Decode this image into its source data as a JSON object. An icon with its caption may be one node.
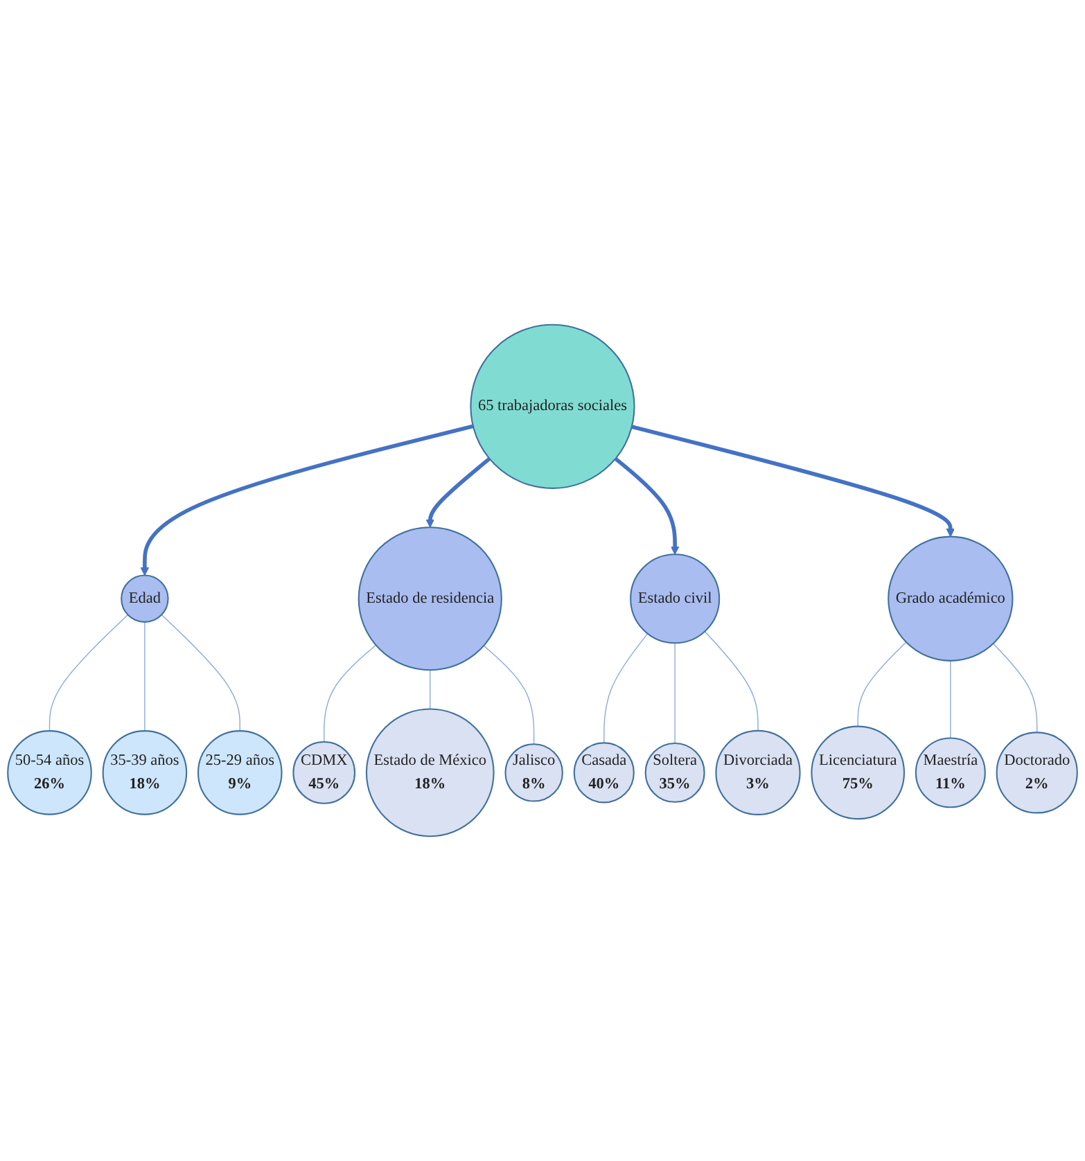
{
  "diagram": {
    "nodes": [
      {
        "text": [
          "65 trabajadoras sociales"
        ]
      },
      {
        "text": [
          "Edad"
        ]
      },
      {
        "text": [
          "50-54 años",
          "26%"
        ]
      },
      {
        "text": [
          "35-39 años",
          "18%"
        ]
      },
      {
        "text": [
          "25-29 años",
          "9%"
        ]
      },
      {
        "text": [
          "Estado de residencia"
        ]
      },
      {
        "text": [
          "CDMX",
          "45%"
        ]
      },
      {
        "text": [
          "Estado de México",
          "18%"
        ]
      },
      {
        "text": [
          "Jalisco",
          "8%"
        ]
      },
      {
        "text": [
          "Estado civil"
        ]
      },
      {
        "text": [
          "Casada",
          "40%"
        ]
      },
      {
        "text": [
          "Soltera",
          "35%"
        ]
      },
      {
        "text": [
          "Divorciada",
          "3%"
        ]
      },
      {
        "text": [
          "Grado académico"
        ]
      },
      {
        "text": [
          "Licenciatura",
          "75%"
        ]
      },
      {
        "text": [
          "Maestría",
          "11%"
        ]
      },
      {
        "text": [
          "Doctorado",
          "2%"
        ]
      }
    ],
    "edges": [
      {
        "from": 0,
        "to": 1,
        "arrow": "to",
        "style": "thick",
        "color": "#4472c4"
      },
      {
        "from": 1,
        "to": 2,
        "arrow": "none"
      },
      {
        "from": 1,
        "to": 3,
        "arrow": "none"
      },
      {
        "from": 1,
        "to": 4,
        "arrow": "none"
      },
      {
        "from": 0,
        "to": 5,
        "arrow": "to",
        "style": "thick",
        "color": "#4472c4"
      },
      {
        "from": 5,
        "to": 6,
        "arrow": "none"
      },
      {
        "from": 5,
        "to": 7,
        "arrow": "none"
      },
      {
        "from": 5,
        "to": 8,
        "arrow": "none"
      },
      {
        "from": 0,
        "to": 9,
        "arrow": "to",
        "style": "thick",
        "color": "#4472c4"
      },
      {
        "from": 9,
        "to": 10,
        "arrow": "none"
      },
      {
        "from": 9,
        "to": 11,
        "arrow": "none"
      },
      {
        "from": 9,
        "to": 12,
        "arrow": "none"
      },
      {
        "from": 0,
        "to": 13,
        "arrow": "to",
        "style": "thick",
        "color": "#4472c4"
      },
      {
        "from": 13,
        "to": 14,
        "arrow": "none"
      },
      {
        "from": 13,
        "to": 15,
        "arrow": "none"
      },
      {
        "from": 13,
        "to": 16,
        "arrow": "none"
      }
    ]
  }
}
